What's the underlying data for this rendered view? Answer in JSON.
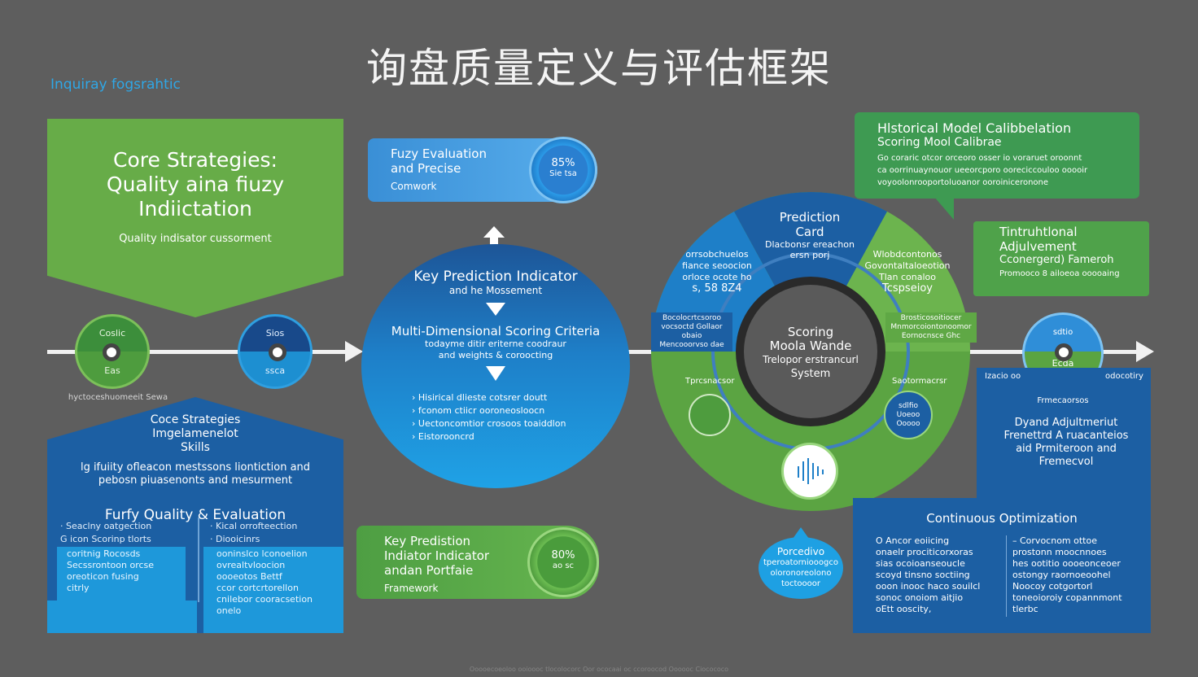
{
  "title": "询盘质量定义与评估框架",
  "subtitle": "Inquiray fogsrahtic",
  "core": {
    "heading": "Core Strategies: Quality aina fiuzy Indiictation",
    "caption": "Quality indisator cussorment"
  },
  "left_circles": [
    {
      "top": "Coslic",
      "bottom": "Eas"
    },
    {
      "top": "Sios",
      "bottom": "ssca"
    }
  ],
  "left_circle_caption": "hyctoceshuomeeit Sewa",
  "impl": {
    "heading": "Coce Strategies Imgelamenelot Skills",
    "text": "lg ifuiity ofleacon mestssons liontiction and pebosn piuasenonts and mesurment"
  },
  "fuzzy": {
    "heading": "Furfy Quality & Evaluation",
    "col1": [
      "· Seaclny oatgection",
      "G icon Scorinp tlorts"
    ],
    "col1_box": [
      "coritnig Rocosds",
      "Secssrontoon orcse",
      "oreoticon fusing",
      "citrly"
    ],
    "col2": [
      "· Kical orrofteection",
      "· Diooicinrs"
    ],
    "col2_box": [
      "ooninslco lconoelion",
      "ovrealtvloocion",
      "oooeotos Bettf",
      "ccor cortcrtorellon",
      "cnilebor cooracsetion",
      "onelo"
    ]
  },
  "top_pill": {
    "line1": "Fuzy Evaluation",
    "line2": "and Precise",
    "line3": "Comwork",
    "badge1": "85%",
    "badge2": "Sie tsa"
  },
  "bottom_pill": {
    "line1": "Key Predistion",
    "line2": "Indiator Indicator",
    "line3": "andan Portfaie",
    "line4": "Framework",
    "badge1": "80%",
    "badge2": "ao sc"
  },
  "big_circle": {
    "heading": "Key Prediction Indicator",
    "sub": "and he Mossement",
    "scoring": "Multi-Dimensional Scoring Criteria",
    "scoring_sub1": "todayme ditir eriterne coodraur",
    "scoring_sub2": "and weights & coroocting",
    "bullets": [
      "› Hisirical dlieste cotsrer doutt",
      "› fconom ctiicr ooroneosloocn",
      "› Uectoncomtior crosoos toaiddlon",
      "› Eistorooncrd"
    ]
  },
  "ring": {
    "center1": "Scoring",
    "center2": "Moola Wande",
    "center3": "Trelopor erstrancurl",
    "center4": "System",
    "top1": "Prediction",
    "top2": "Card",
    "top3": "Dlacbonsr ereachon",
    "top4": "ersn porj",
    "left1": "orrsobchuelos",
    "left2": "fiance seoocion",
    "left3": "orloce ocote ho",
    "left4": "s, 58 8Z4",
    "right1": "Wlobdcontonos",
    "right2": "Govontaltaloeotion",
    "right3": "Tlan conaloo",
    "right4": "Tcspseioy",
    "tag_left1": "Bocolocrtcsoroo",
    "tag_left2": "vocsoctd Gollaor obaio",
    "tag_left3": "Mencooorvso dae",
    "tag_right1": "Brosticosoitiocer",
    "tag_right2": "Mnmorcoiontonoomor",
    "tag_right3": "Eornocnsce Ghc",
    "arc_left": "Tprcsnacsor",
    "arc_right": "Saotormacrsr",
    "inner_right1": "sdlfio",
    "inner_right2": "Uoeoo",
    "inner_right3": "Ooooo"
  },
  "hist": {
    "heading1": "Hlstorical Model Calibbelation",
    "heading2": "Scoring Mool Calibrae",
    "lines": [
      "Go coraric otcor orceoro osser io voraruet oroonnt",
      "ca oorrinuaynouor ueeorcporo ooreciccouloo ooooir",
      "voyoolonrooportoluoanor ooroiniceronone"
    ]
  },
  "inst": {
    "line1": "Tintruhtlonal",
    "line2": "Adjulvement",
    "line3": "Cconergerd) Fameroh",
    "line4": "Promooco 8 ailoeoa ooooaing"
  },
  "right_circle": {
    "top": "sdtio",
    "bottom": "Ecda",
    "caption": "Frmecaorsos",
    "left_lbl": "Izacio oo",
    "right_lbl": "odocotiry"
  },
  "dynamic": {
    "line1": "Dyand Adjultmeriut",
    "line2": "Frenettrd A ruacanteios",
    "line3": "aid Prmiteroon and",
    "line4": "Fremecvol"
  },
  "pulse": {
    "line1": "Porcedivo",
    "line2": "tperoatorniooogco",
    "line3": "oloronoreolono",
    "line4": "toctoooor"
  },
  "continuous": {
    "heading": "Continuous Optimization",
    "col1": [
      "O Ancor eoiicing",
      "onaelr prociticorxoras",
      "sias ocoioanseoucle",
      "scoyd tinsno soctiing",
      "ooon inooc haco souilcl",
      "sonoc onoiom aitjio",
      "oEtt ooscity,"
    ],
    "col2": [
      "– Corvocnom ottoe",
      "prostonn moocnnoes",
      "hes ootitio oooeonceoer",
      "ostongy raornoeoohel",
      "Noocoy cotgortorl",
      "toneoioroiy copannmont",
      "tlerbc"
    ]
  },
  "footer": "Ooooecoeoloo ooioooc tlocolocorc Oor ococaai oc ccoroocod Oooooc Ciocococo"
}
